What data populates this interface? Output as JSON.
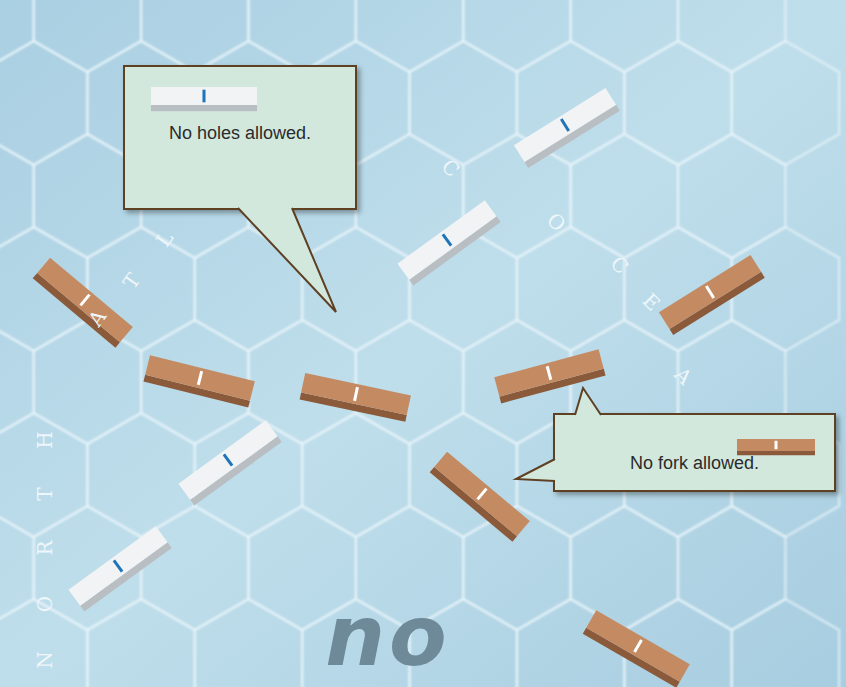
{
  "diagram": {
    "nodes": [
      {
        "text": [
          "No holes allowed."
        ]
      },
      {
        "text": [
          "No fork allowed."
        ]
      }
    ],
    "labels": [
      "A",
      "T",
      "L",
      "C",
      "O",
      "C",
      "E",
      "A",
      "N",
      "O",
      "R",
      "T",
      "H",
      "no"
    ]
  }
}
